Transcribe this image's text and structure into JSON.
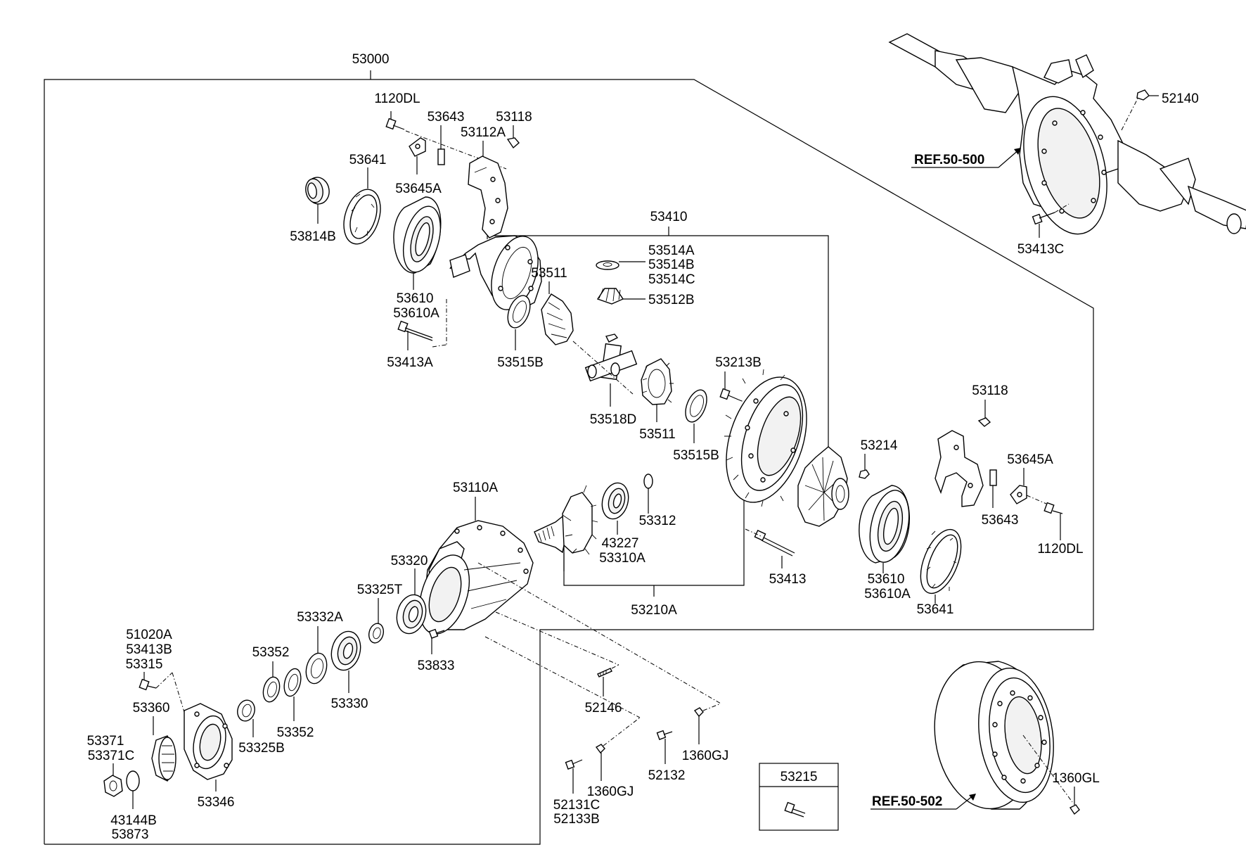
{
  "labels": {
    "assembly": "53000",
    "bolt_1120DL_top": "1120DL",
    "shim_53643_top": "53643",
    "clip_53118_top": "53118",
    "cap_53112A": "53112A",
    "nut_53641_top": "53641",
    "plate_53645A_top": "53645A",
    "seal_53814B": "53814B",
    "carrier_53410": "53410",
    "washer_53514A": "53514A",
    "washer_53514B": "53514B",
    "washer_53514C": "53514C",
    "bearing_53610_top": "53610",
    "bearing_53610A_top": "53610A",
    "gear_53511_top": "53511",
    "gear_53512B": "53512B",
    "bolt_53413A": "53413A",
    "washer_53515B_top": "53515B",
    "bolt_53213B": "53213B",
    "spider_53518D": "53518D",
    "gear_53511_bottom": "53511",
    "washer_53515B_bottom": "53515B",
    "clip_53118_right": "53118",
    "nut_53214": "53214",
    "plate_53645A_right": "53645A",
    "carrier_53110A": "53110A",
    "bearing_43227": "43227",
    "pinion_53310A": "53310A",
    "ring_53312": "53312",
    "shim_53643_right": "53643",
    "bolt_1120DL_right": "1120DL",
    "bearing_53320": "53320",
    "spacer_53325T": "53325T",
    "bolt_53413": "53413",
    "bearing_53610_right": "53610",
    "bearing_53610A_right": "53610A",
    "gear_set_53210A": "53210A",
    "nut_53641_right": "53641",
    "cup_53332A": "53332A",
    "ref_51020A": "51020A",
    "ref_53413B": "53413B",
    "ref_53315": "53315",
    "washer_53352_top": "53352",
    "bolt_53833": "53833",
    "bearing_53330": "53330",
    "flange_53360": "53360",
    "washer_53352_bottom": "53352",
    "stud_52146": "52146",
    "spacer_53325B": "53325B",
    "nut_53371": "53371",
    "nut_53371C": "53371C",
    "gasket_1360GJ_right": "1360GJ",
    "bolt_52132": "52132",
    "gasket_1360GJ_left": "1360GJ",
    "seal_53346": "53346",
    "bolt_52131C": "52131C",
    "bolt_52133B": "52133B",
    "oring_43144B": "43144B",
    "oring_53873": "53873",
    "plug_52140": "52140",
    "ref_axle_housing": "REF.50-500",
    "bolt_53413C": "53413C",
    "box_53215": "53215",
    "ref_brake_drum": "REF.50-502",
    "gasket_1360GL": "1360GL"
  }
}
